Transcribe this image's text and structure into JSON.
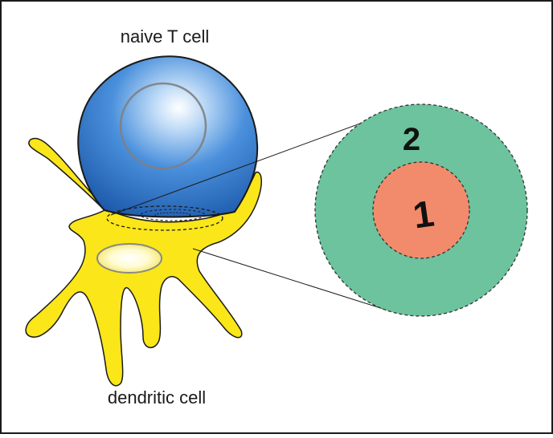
{
  "labels": {
    "t_cell": "naive T cell",
    "dendritic_cell": "dendritic cell",
    "zone_inner": "1",
    "zone_outer": "2"
  },
  "colors": {
    "t_cell_dark": "#1f5cae",
    "t_cell_mid": "#3f88d8",
    "t_cell_light": "#ffffff",
    "dendritic_cell": "#fae619",
    "nucleus_highlight": "#fffde6",
    "outer_zone": "#6cc39e",
    "inner_zone": "#f28b6b",
    "outline": "#1a1a1a"
  }
}
